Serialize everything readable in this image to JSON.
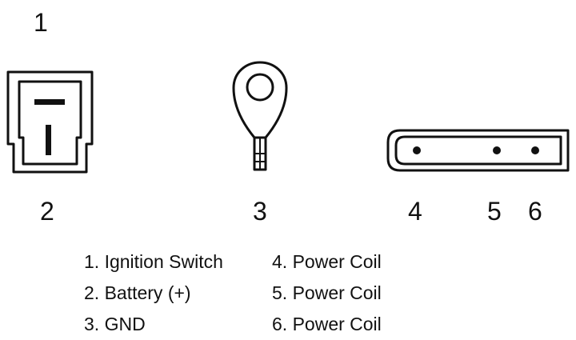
{
  "pin_numbers": {
    "top": "1",
    "bottom_left": "2",
    "ring": "3",
    "connector_a": "4",
    "connector_b": "5",
    "connector_c": "6"
  },
  "legend": {
    "left": [
      "1. Ignition Switch",
      "2. Battery (+)",
      "3. GND"
    ],
    "right": [
      "4. Power Coil",
      "5. Power Coil",
      "6. Power Coil"
    ]
  },
  "colors": {
    "stroke": "#111111",
    "background": "#ffffff"
  }
}
